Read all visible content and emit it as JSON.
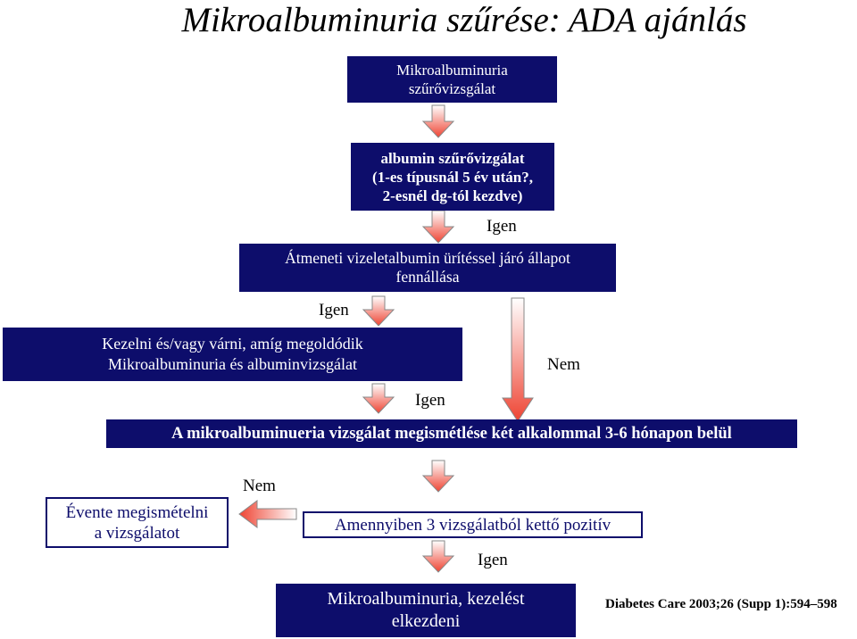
{
  "title": "Mikroalbuminuria szűrése: ADA ajánlás",
  "boxes": {
    "screening": [
      "Mikroalbuminuria",
      "szűrővizsgálat"
    ],
    "albumin_test": [
      "albumin szűrővizgálat",
      "(1-es típusnál 5 év után?,",
      "2-esnél dg-tól kezdve)"
    ],
    "transient": [
      "Átmeneti vizeletalbumin ürítéssel járó állapot",
      "fennállása"
    ],
    "treat_wait": [
      "Kezelni és/vagy várni, amíg megoldódik",
      "Mikroalbuminuria és albuminvizsgálat"
    ],
    "repeat": [
      "A mikroalbuminueria vizsgálat megismétlése két alkalommal 3-6 hónapon belül"
    ],
    "yearly": [
      "Évente megismételni",
      "a vizsgálatot"
    ],
    "two_of_three": [
      "Amennyiben 3 vizsgálatból kettő pozitív"
    ],
    "diagnosis": [
      "Mikroalbuminuria, kezelést",
      "elkezdeni"
    ]
  },
  "labels": {
    "yes_1": "Igen",
    "yes_2": "Igen",
    "no_1": "Nem",
    "yes_3": "Igen",
    "no_2": "Nem",
    "yes_4": "Igen"
  },
  "citation": "Diabetes Care 2003;26 (Supp 1):594–598",
  "colors": {
    "box": "#0d0d6b",
    "arrow_top": "#ffffff",
    "arrow_bottom": "#ee4433",
    "arrow_outline": "#888888"
  }
}
